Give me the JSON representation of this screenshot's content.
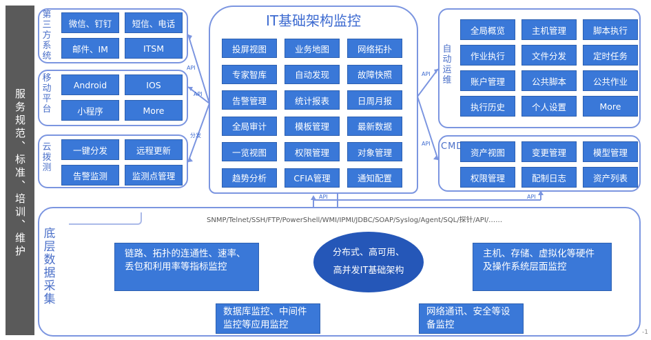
{
  "sidebar": {
    "text": "服务规范、标准、培训、维护"
  },
  "center": {
    "title": "IT基础架构监控",
    "buttons": [
      "投屏视图",
      "业务地图",
      "网络拓扑",
      "专家智库",
      "自动发现",
      "故障快照",
      "告警管理",
      "统计报表",
      "日周月报",
      "全局审计",
      "模板管理",
      "最新数据",
      "一览视图",
      "权限管理",
      "对象管理",
      "趋势分析",
      "CFIA管理",
      "通知配置"
    ]
  },
  "third_party": {
    "label": "第三方系统",
    "buttons": [
      "微信、钉钉",
      "短信、电话",
      "邮件、IM",
      "ITSM"
    ]
  },
  "mobile": {
    "label": "移动平台",
    "buttons": [
      "Android",
      "IOS",
      "小程序",
      "More"
    ]
  },
  "cloud": {
    "label": "云拨测",
    "buttons": [
      "一键分发",
      "远程更新",
      "告警监测",
      "监测点管理"
    ]
  },
  "auto_ops": {
    "label": "自动运维",
    "buttons": [
      "全局概览",
      "主机管理",
      "脚本执行",
      "作业执行",
      "文件分发",
      "定时任务",
      "账户管理",
      "公共脚本",
      "公共作业",
      "执行历史",
      "个人设置",
      "More"
    ]
  },
  "cmdb": {
    "label": "CMDB",
    "buttons": [
      "资产视图",
      "变更管理",
      "模型管理",
      "权限管理",
      "配制日志",
      "资产列表"
    ]
  },
  "connectors": {
    "api": "API",
    "dist": "分发"
  },
  "bottom": {
    "label": "底层数据采集",
    "protocols": "SNMP/Telnet/SSH/FTP/PowerShell/WMI/IPMI/JDBC/SOAP/Syslog/Agent/SQL/探针/API/……",
    "center_line1": "分布式、高可用、",
    "center_line2": "高并发IT基础架构",
    "feature_left": "链路、拓扑的连通性、速率、丢包和利用率等指标监控",
    "feature_right": "主机、存储、虚拟化等硬件及操作系统层面监控",
    "feature_bottom_left": "数据库监控、中间件监控等应用监控",
    "feature_bottom_right": "网络通讯、安全等设备监控"
  },
  "page_number": "-1"
}
